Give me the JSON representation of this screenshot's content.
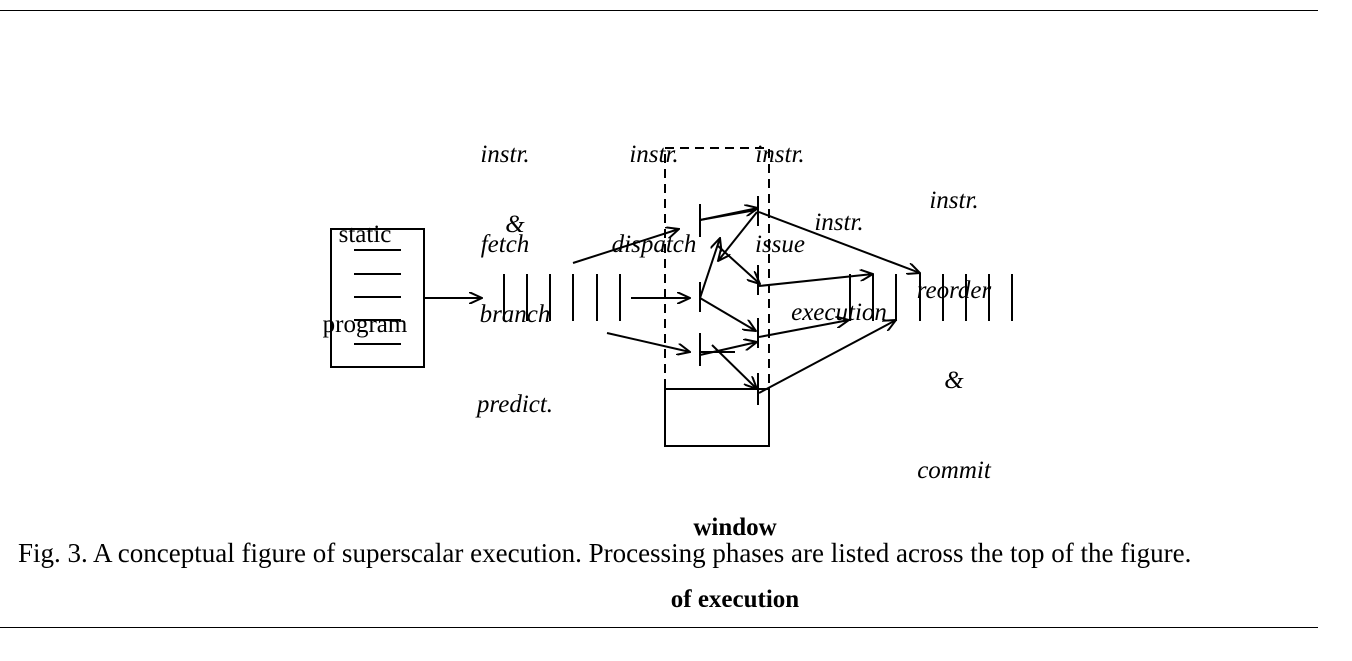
{
  "labels": {
    "static_program": [
      "static",
      "program"
    ],
    "fetch": [
      "instr.",
      "fetch",
      "&",
      "branch",
      "predict."
    ],
    "dispatch": [
      "instr.",
      "dispatch"
    ],
    "issue": [
      "instr.",
      "issue"
    ],
    "execution": [
      "instr.",
      "execution"
    ],
    "reorder": [
      "instr.",
      "reorder",
      "&",
      "commit"
    ],
    "window": [
      "window",
      "of execution"
    ]
  },
  "caption": "Fig. 3. A conceptual figure of superscalar execution.  Processing phases are listed across the top of the figure."
}
